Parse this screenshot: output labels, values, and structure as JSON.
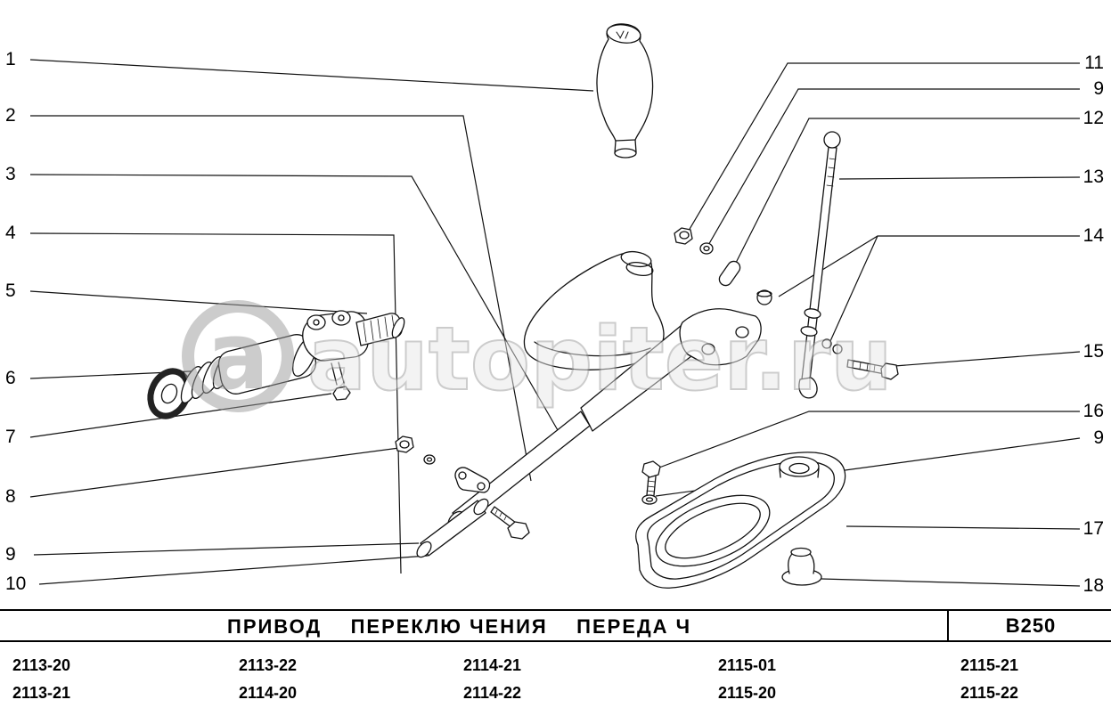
{
  "watermark": {
    "logo_letter": "a",
    "text": "autopiter.ru"
  },
  "callouts": {
    "left": [
      {
        "label": "1"
      },
      {
        "label": "2"
      },
      {
        "label": "3"
      },
      {
        "label": "4"
      },
      {
        "label": "5"
      },
      {
        "label": "6"
      },
      {
        "label": "7"
      },
      {
        "label": "8"
      },
      {
        "label": "9"
      },
      {
        "label": "10"
      }
    ],
    "right": [
      {
        "label": "11"
      },
      {
        "label": "9"
      },
      {
        "label": "12"
      },
      {
        "label": "13"
      },
      {
        "label": "14"
      },
      {
        "label": "15"
      },
      {
        "label": "16"
      },
      {
        "label": "9"
      },
      {
        "label": "17"
      },
      {
        "label": "18"
      }
    ]
  },
  "caption": {
    "title": "ПРИВОД    ПЕРЕКЛЮ ЧЕНИЯ    ПЕРЕДА Ч",
    "code": "B250"
  },
  "model_table": {
    "rows": [
      [
        "2113-20",
        "2113-22",
        "2114-21",
        "2115-01",
        "2115-21"
      ],
      [
        "2113-21",
        "2114-20",
        "2114-22",
        "2115-20",
        "2115-22"
      ]
    ]
  }
}
